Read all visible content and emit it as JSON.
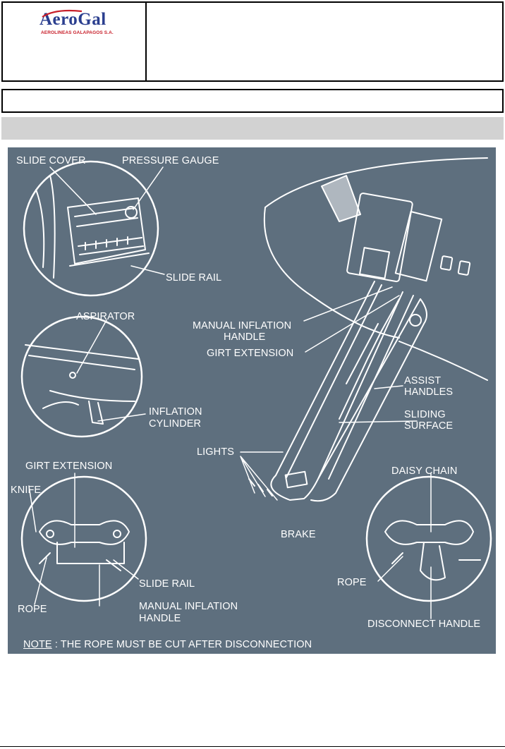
{
  "header": {
    "logo_name": "AeroGal",
    "logo_subtitle": "AEROLINEAS GALAPAGOS S.A."
  },
  "figure": {
    "labels": {
      "slide_cover": "SLIDE COVER",
      "pressure_gauge": "PRESSURE GAUGE",
      "slide_rail_top": "SLIDE RAIL",
      "aspirator": "ASPIRATOR",
      "inflation_cylinder_1": "INFLATION",
      "inflation_cylinder_2": "CYLINDER",
      "manual_inflation_handle_1": "MANUAL INFLATION",
      "manual_inflation_handle_2": "HANDLE",
      "girt_extension_main": "GIRT EXTENSION",
      "assist_handles_1": "ASSIST",
      "assist_handles_2": "HANDLES",
      "sliding_surface_1": "SLIDING",
      "sliding_surface_2": "SURFACE",
      "lights": "LIGHTS",
      "girt_extension_inset": "GIRT EXTENSION",
      "knife": "KNIFE",
      "daisy_chain": "DAISY CHAIN",
      "brake": "BRAKE",
      "slide_rail_bottom": "SLIDE RAIL",
      "rope_left": "ROPE",
      "rope_right": "ROPE",
      "manual_inflation_handle_b1": "MANUAL INFLATION",
      "manual_inflation_handle_b2": "HANDLE",
      "disconnect_handle": "DISCONNECT HANDLE"
    },
    "note": {
      "word": "NOTE",
      "text": " : THE ROPE MUST BE CUT AFTER DISCONNECTION"
    }
  }
}
